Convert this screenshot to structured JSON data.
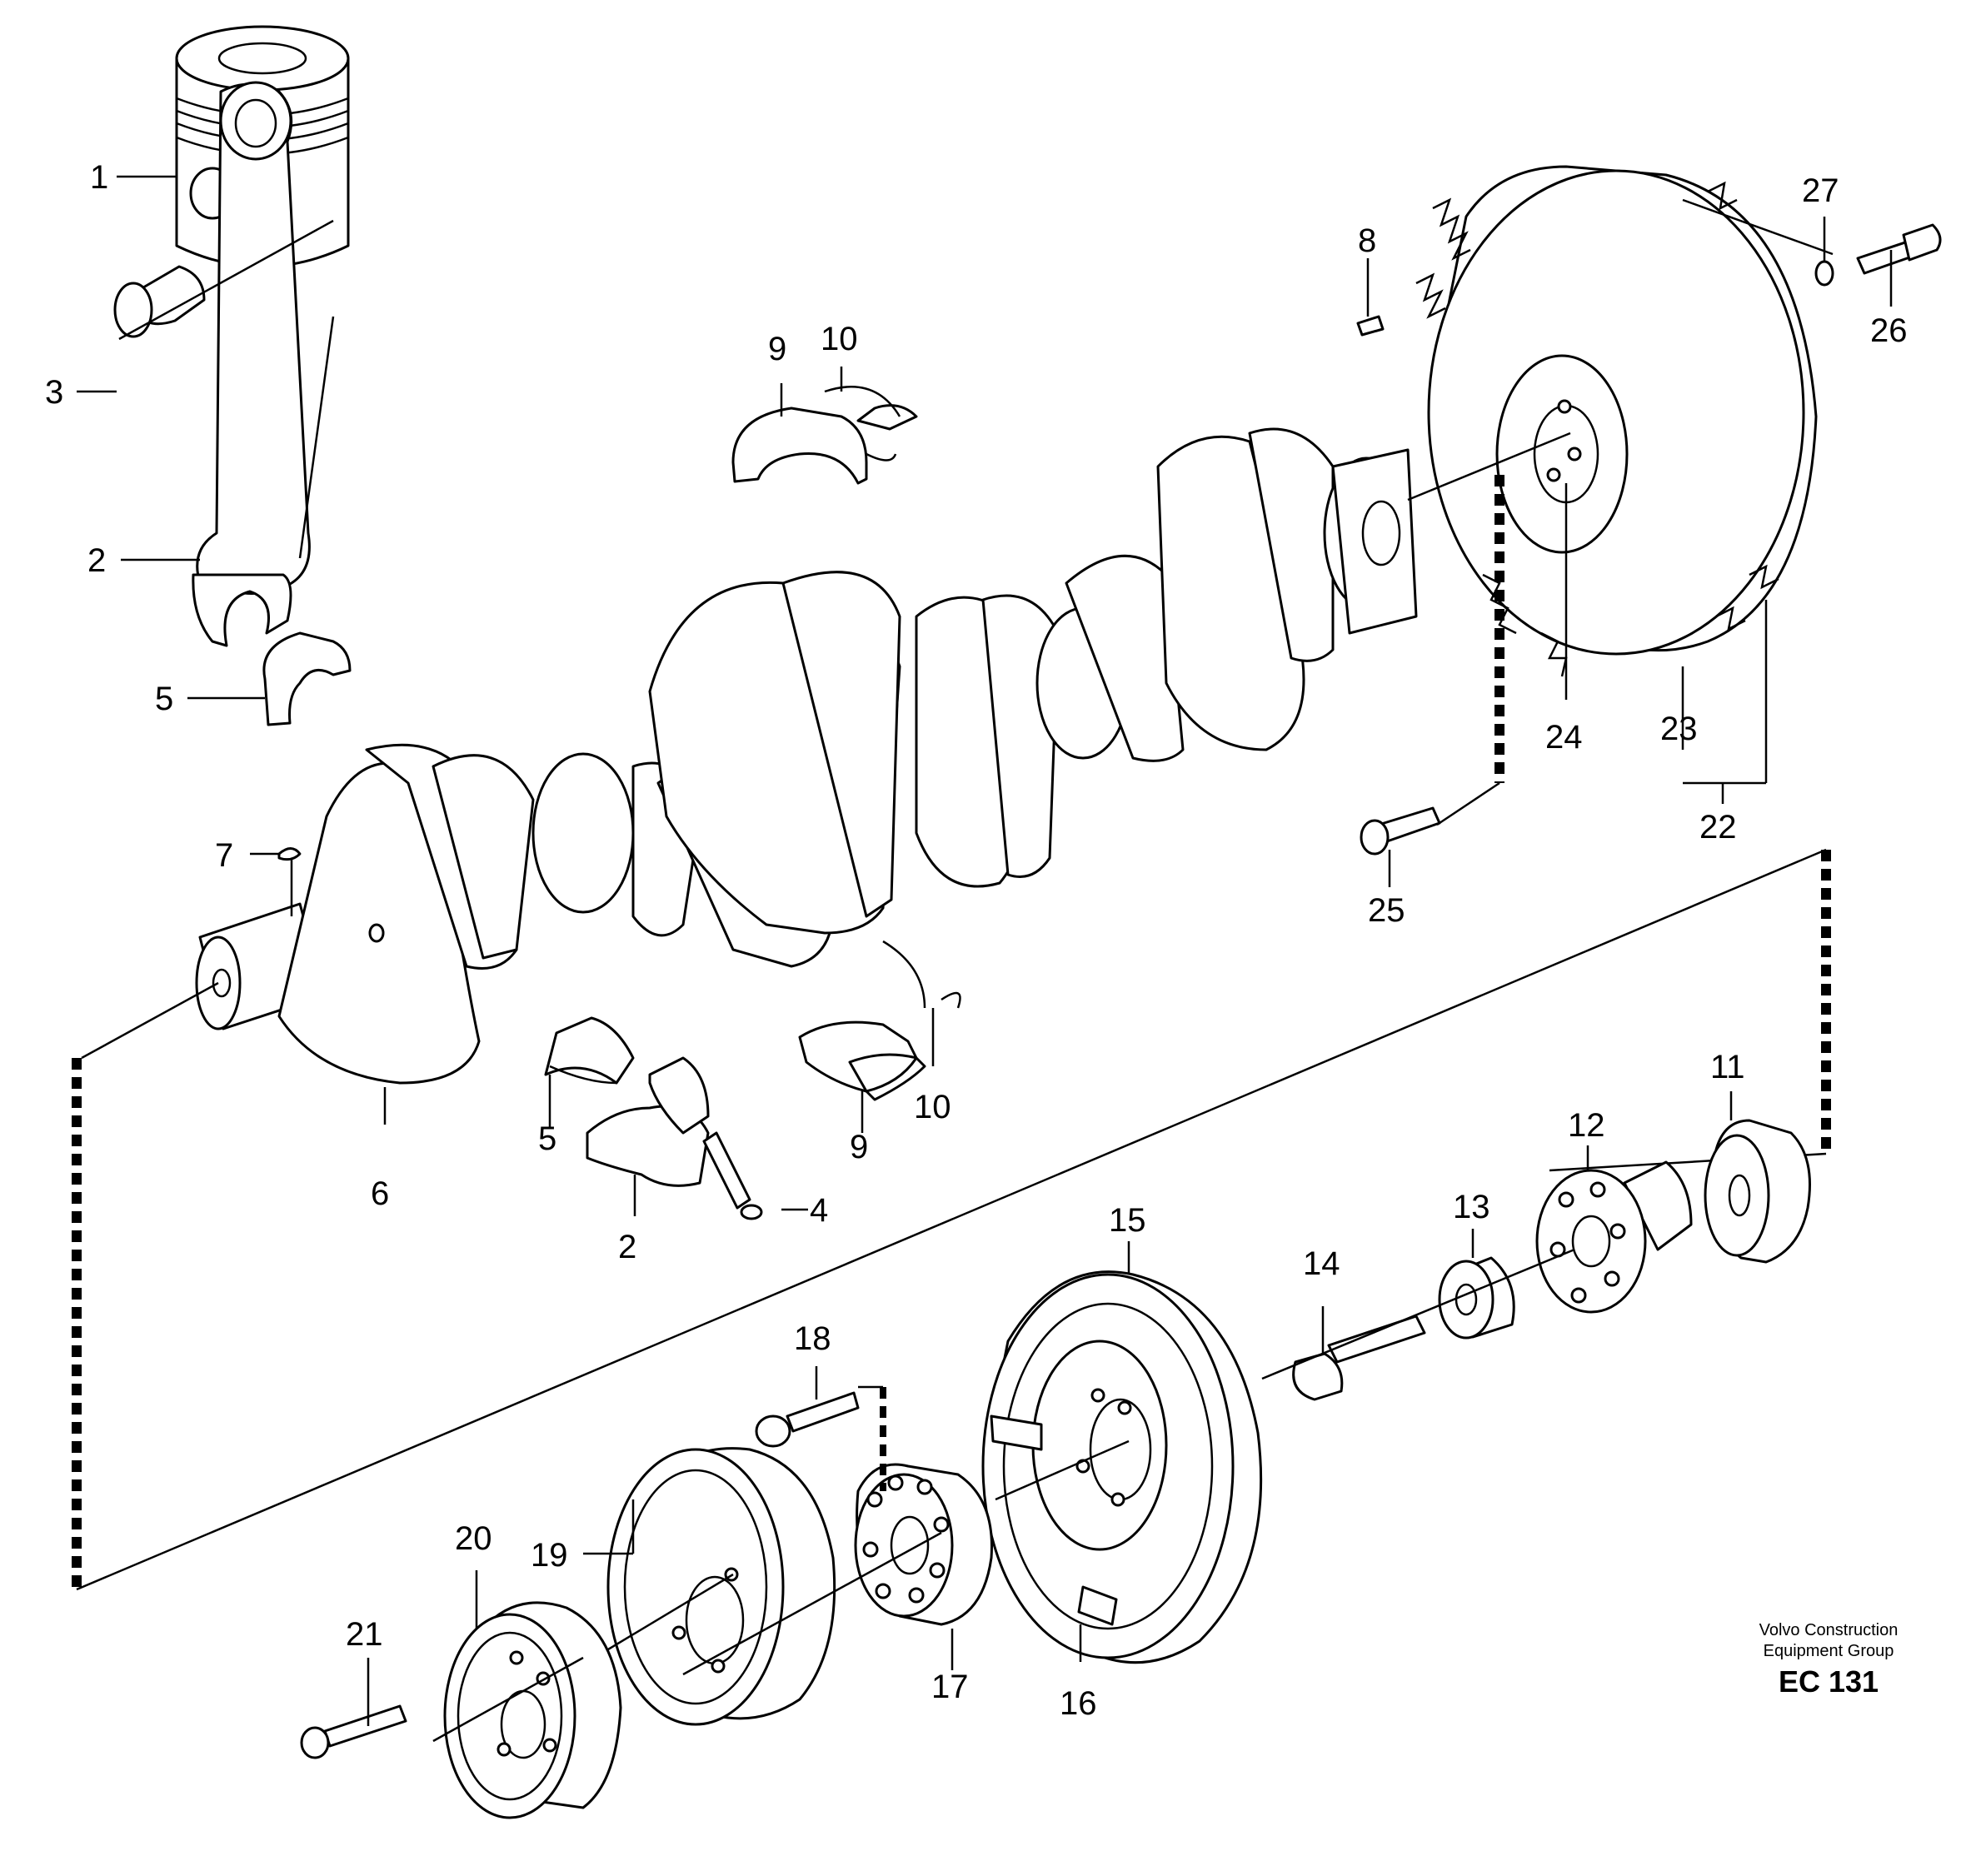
{
  "callouts": [
    {
      "id": "p1",
      "text": "1"
    },
    {
      "id": "p2a",
      "text": "2"
    },
    {
      "id": "p2b",
      "text": "2"
    },
    {
      "id": "p3",
      "text": "3"
    },
    {
      "id": "p4",
      "text": "4"
    },
    {
      "id": "p5a",
      "text": "5"
    },
    {
      "id": "p5b",
      "text": "5"
    },
    {
      "id": "p6",
      "text": "6"
    },
    {
      "id": "p7",
      "text": "7"
    },
    {
      "id": "p8",
      "text": "8"
    },
    {
      "id": "p9a",
      "text": "9"
    },
    {
      "id": "p9b",
      "text": "9"
    },
    {
      "id": "p10a",
      "text": "10"
    },
    {
      "id": "p10b",
      "text": "10"
    },
    {
      "id": "p11",
      "text": "11"
    },
    {
      "id": "p12",
      "text": "12"
    },
    {
      "id": "p13",
      "text": "13"
    },
    {
      "id": "p14",
      "text": "14"
    },
    {
      "id": "p15",
      "text": "15"
    },
    {
      "id": "p16",
      "text": "16"
    },
    {
      "id": "p17",
      "text": "17"
    },
    {
      "id": "p18",
      "text": "18"
    },
    {
      "id": "p19",
      "text": "19"
    },
    {
      "id": "p20",
      "text": "20"
    },
    {
      "id": "p21",
      "text": "21"
    },
    {
      "id": "p22",
      "text": "22"
    },
    {
      "id": "p23",
      "text": "23"
    },
    {
      "id": "p24",
      "text": "24"
    },
    {
      "id": "p25",
      "text": "25"
    },
    {
      "id": "p26",
      "text": "26"
    },
    {
      "id": "p27",
      "text": "27"
    }
  ],
  "credit": {
    "line1": "Volvo Construction",
    "line2": "Equipment Group",
    "code": "EC 131"
  }
}
